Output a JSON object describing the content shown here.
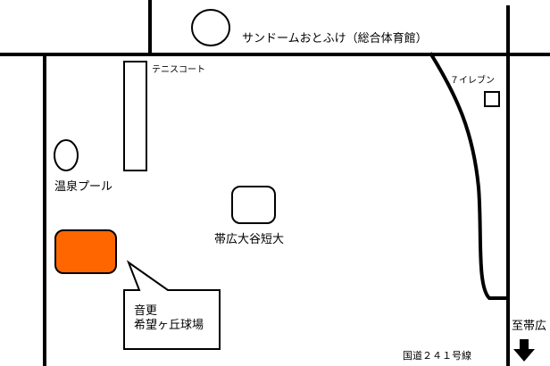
{
  "labels": {
    "sundome": "サンドームおとふけ（総合体育館）",
    "tennis": "テニスコート",
    "seven_eleven": "７イレブン",
    "onsen_pool": "温泉プール",
    "college": "帯広大谷短大",
    "ballpark_line1": "音更",
    "ballpark_line2": "希望ヶ丘球場",
    "to_obihiro": "至帯広",
    "route": "国道２４１号線"
  },
  "colors": {
    "road": "#000000",
    "highlight": "#ff6600",
    "background": "#ffffff"
  },
  "icons": {
    "direction_arrow": "down-arrow-icon"
  }
}
